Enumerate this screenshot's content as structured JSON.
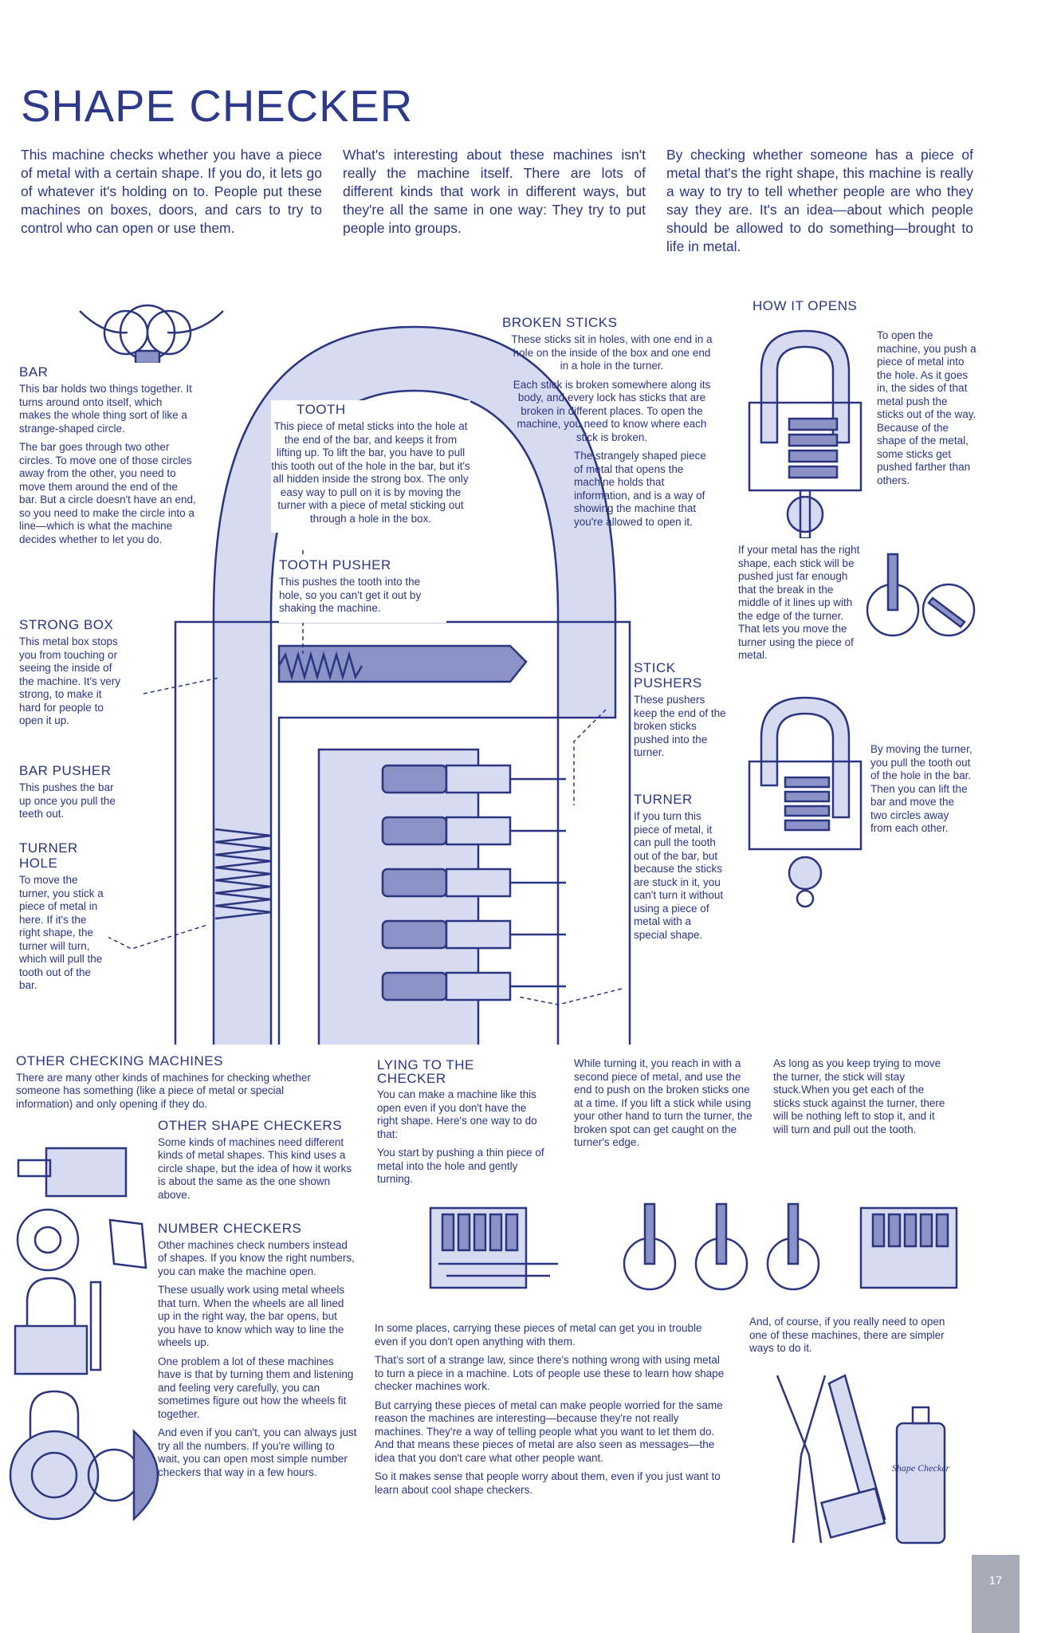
{
  "title": "SHAPE CHECKER",
  "intro": [
    "This machine checks whether you have a piece of metal with a certain shape. If you do, it lets go of whatever it's holding on to. People put these machines on boxes, doors, and cars to try to control who can open or use them.",
    "What's interesting about these machines isn't really the machine itself. There are lots of different kinds that work in different ways, but they're all the same in one way: They try to put people into groups.",
    "By checking whether someone has a piece of metal that's the right shape, this machine is really a way to try to tell whether people are who they say they are. It's an idea—about which people should be allowed to do something—brought to life in metal."
  ],
  "labels": {
    "bar": {
      "title": "BAR",
      "p1": "This bar holds two things together. It turns around onto itself, which makes the whole thing sort of like a strange-shaped circle.",
      "p2": "The bar goes through two other circles. To move one of those circles away from the other, you need to move them around the end of the bar. But a circle doesn't have an end, so you need to make the circle into a line—which is what the machine decides whether to let you do."
    },
    "strong_box": {
      "title": "STRONG BOX",
      "text": "This metal box stops you from touching or seeing the inside of the machine. It's very strong, to make it hard for people to open it up."
    },
    "bar_pusher": {
      "title": "BAR PUSHER",
      "text": "This pushes the bar up once you pull the teeth out."
    },
    "turner_hole": {
      "title": "TURNER HOLE",
      "text": "To move the turner, you stick a piece of metal in here. If it's the right shape, the turner will turn, which will pull the tooth out of the bar."
    },
    "tooth": {
      "title": "TOOTH",
      "text": "This piece of metal sticks into the hole at the end of the bar, and keeps it from lifting up. To lift the bar, you have to pull this tooth out of the hole in the bar, but it's all hidden inside the strong box. The only easy way to pull on it is by moving the turner with a piece of metal sticking out through a hole in the box."
    },
    "tooth_pusher": {
      "title": "TOOTH PUSHER",
      "text": "This pushes the tooth into the hole, so you can't get it out by shaking the machine."
    },
    "broken_sticks": {
      "title": "BROKEN STICKS",
      "p1": "These sticks sit in holes, with one end in a hole on the inside of the box and one end in a hole in the turner.",
      "p2": "Each stick is broken somewhere along its body, and every lock has sticks that are broken in different places. To open the machine, you need to know where each stick is broken.",
      "p3": "The strangely shaped piece of metal that opens the machine holds that information, and is a way of showing the machine that you're allowed to open it."
    },
    "stick_pushers": {
      "title": "STICK PUSHERS",
      "text": "These pushers keep the end of the broken sticks pushed into the turner."
    },
    "turner": {
      "title": "TURNER",
      "text": "If you turn this piece of metal, it can pull the tooth out of the bar, but because the sticks are stuck in it, you can't turn it without using a piece of metal with a special shape."
    }
  },
  "how_it_opens": {
    "title": "HOW IT OPENS",
    "p1": "To open the machine, you push a piece of metal into the hole. As it goes in, the sides of that metal push the sticks out of the way. Because of the shape of the metal, some sticks get pushed farther than others.",
    "p2": "If your metal has the right shape, each stick will be pushed just far enough that the break in the middle of it lines up with the edge of the turner. That lets you move the turner using the piece of metal.",
    "p3": "By moving the turner, you pull the tooth out of the hole in the bar. Then you can lift the bar and move the two circles away from each other."
  },
  "other_checking": {
    "title": "OTHER CHECKING MACHINES",
    "text": "There are many other kinds of machines for checking whether someone has something (like a piece of metal or special information) and only opening if they do."
  },
  "other_shape": {
    "title": "OTHER SHAPE CHECKERS",
    "text": "Some kinds of machines need different kinds of metal shapes. This kind uses a circle shape, but the idea of how it works is about the same as the one shown above."
  },
  "number_checkers": {
    "title": "NUMBER CHECKERS",
    "p1": "Other machines check numbers instead of shapes. If you know the right numbers, you can make the machine open.",
    "p2": "These usually work using metal wheels that turn. When the wheels are all lined up in the right way, the bar opens, but you have to know which way to line the wheels up.",
    "p3": "One problem a lot of these machines have is that by turning them and listening and feeling very carefully, you can sometimes figure out how the wheels fit together.",
    "p4": "And even if you can't, you can always just try all the numbers. If you're willing to wait, you can open most simple number checkers that way in a few hours."
  },
  "lying": {
    "title": "LYING TO THE CHECKER",
    "p1": "You can make a machine like this open even if you don't have the right shape. Here's one way to do that:",
    "p2": "You start by pushing a thin piece of metal into the hole and gently turning.",
    "col2": "While turning it, you reach in with a second piece of metal, and use the end to push on the broken sticks one at a time. If you lift a stick while using your other hand to turn the turner, the broken spot can get caught on the turner's edge.",
    "col3": "As long as you keep trying to move the turner, the stick will stay stuck.When you get each of the sticks stuck against the turner, there will be nothing left to stop it, and it will turn and pull out the tooth."
  },
  "law": {
    "p1": "In some places, carrying these pieces of metal can get you in trouble even if you don't open anything with them.",
    "p2": "That's sort of a strange law, since there's nothing wrong with using metal to turn a piece in a machine. Lots of people use these to learn how shape checker machines work.",
    "p3": "But carrying these pieces of metal can make people worried for the same reason the machines are interesting—because they're not really machines. They're a way of telling people what you want to let them do. And that means these pieces of metal are also seen as messages—the idea that you don't care what other people want.",
    "p4": "So it makes sense that people worry about them, even if you just want to learn about cool shape checkers."
  },
  "simpler": "And, of course, if you really need to open one of these machines, there are simpler ways to do it.",
  "bottle_label": "Shape Checker",
  "page_number": "17",
  "colors": {
    "ink": "#2b3580",
    "fill": "#d7dbf2",
    "dark": "#8a92c6",
    "tab": "#a6abb6"
  }
}
